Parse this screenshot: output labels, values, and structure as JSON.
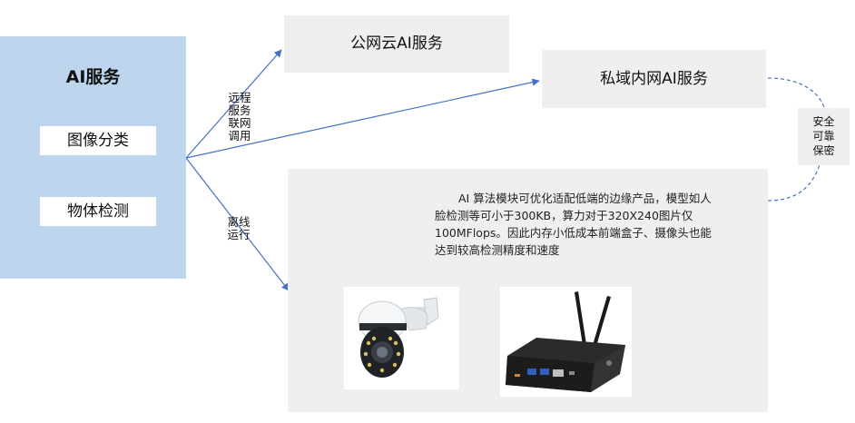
{
  "ai_panel": {
    "title": "AI服务",
    "items": [
      "图像分类",
      "物体检测"
    ]
  },
  "targets": {
    "public_cloud": "公网云AI服务",
    "private_network": "私域内网AI服务",
    "secure_reliable": [
      "安全",
      "可靠",
      "保密"
    ]
  },
  "edge_labels": {
    "remote": [
      "远程",
      "服务",
      "联网",
      "调用"
    ],
    "offline": [
      "离线",
      "运行"
    ]
  },
  "offline": {
    "description": "AI 算法模块可优化适配低端的边缘产品，模型如人脸检测等可小于300KB，算力对于320X240图片仅100MFlops。因此内存小低成本前端盒子、摄像头也能达到较高检测精度和速度"
  },
  "images": [
    "ptz-camera",
    "edge-box"
  ],
  "colors": {
    "panel": "#bdd6ee",
    "box": "#efefef",
    "arrow": "#4472c4"
  }
}
